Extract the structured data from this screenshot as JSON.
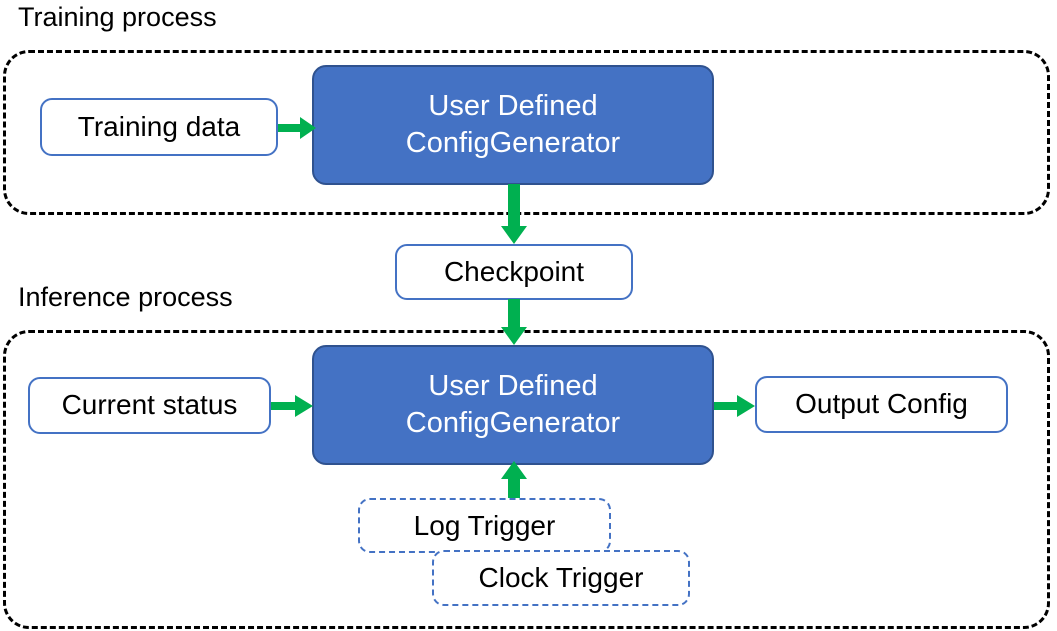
{
  "diagram": {
    "title_training": "Training process",
    "title_inference": "Inference process",
    "accent_blue": "#4472C4",
    "accent_blue_dark": "#2F528F",
    "accent_green": "#00B050",
    "container_border": "#000000",
    "background": "#FFFFFF"
  },
  "training": {
    "container_label": "Training process",
    "input": {
      "label": "Training data"
    },
    "processor": {
      "line1": "User Defined",
      "line2": "ConfigGenerator"
    }
  },
  "bridge": {
    "checkpoint": {
      "label": "Checkpoint"
    }
  },
  "inference": {
    "container_label": "Inference process",
    "input": {
      "label": "Current status"
    },
    "processor": {
      "line1": "User Defined",
      "line2": "ConfigGenerator"
    },
    "output": {
      "label": "Output Config"
    },
    "triggers": [
      {
        "label": "Log Trigger"
      },
      {
        "label": "Clock Trigger"
      }
    ]
  },
  "arrows": [
    {
      "name": "training-data-to-generator",
      "direction": "right"
    },
    {
      "name": "generator-to-checkpoint",
      "direction": "down"
    },
    {
      "name": "checkpoint-to-inference-generator",
      "direction": "down"
    },
    {
      "name": "current-status-to-generator",
      "direction": "right"
    },
    {
      "name": "generator-to-output-config",
      "direction": "right"
    },
    {
      "name": "log-trigger-to-generator",
      "direction": "up"
    }
  ]
}
